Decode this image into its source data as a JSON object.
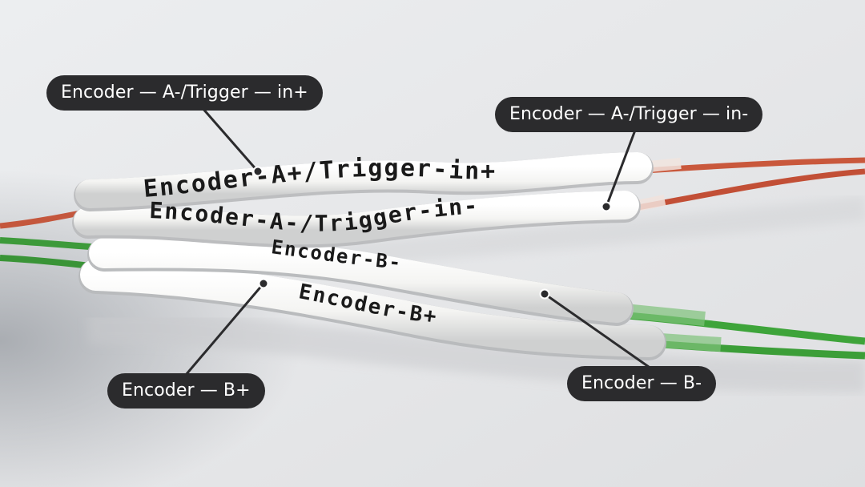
{
  "photo": {
    "sleeve_prints": {
      "a_plus": "Encoder-A+/Trigger-in+",
      "a_minus": "Encoder-A-/Trigger-in-",
      "b_minus": "Encoder-B-",
      "b_plus": "Encoder-B+"
    }
  },
  "callouts": {
    "a_plus": "Encoder — A-/Trigger — in+",
    "a_minus": "Encoder — A-/Trigger — in-",
    "b_plus": "Encoder — B+",
    "b_minus": "Encoder — B-"
  }
}
